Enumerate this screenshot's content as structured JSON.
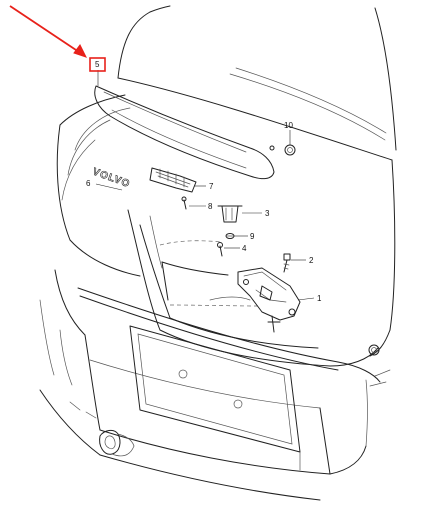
{
  "callouts": {
    "c1": "1",
    "c2": "2",
    "c3": "3",
    "c4": "4",
    "c5": "5",
    "c6": "6",
    "c7": "7",
    "c8": "8",
    "c9": "9",
    "c10": "10"
  },
  "brand_text": "VOLVO",
  "highlight": {
    "arrow_color": "#e8211a",
    "box_color": "#e8211a"
  }
}
